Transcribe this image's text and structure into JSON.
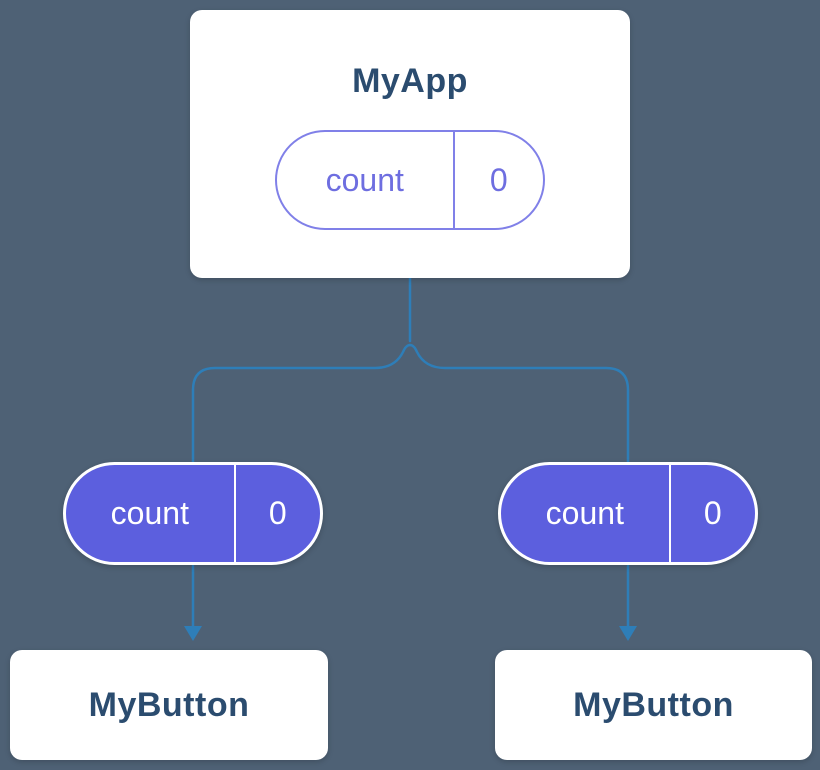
{
  "diagram": {
    "root": {
      "title": "MyApp",
      "state": {
        "name": "count",
        "value": "0"
      }
    },
    "children": [
      {
        "title": "MyButton",
        "state": {
          "name": "count",
          "value": "0"
        }
      },
      {
        "title": "MyButton",
        "state": {
          "name": "count",
          "value": "0"
        }
      }
    ],
    "colors": {
      "background": "#4E6175",
      "card_bg": "#FFFFFF",
      "card_text": "#2B4C6F",
      "pill_outline": "#8080E8",
      "pill_text": "#6E6EE0",
      "pill_fill": "#5C5FDE",
      "pill_text_light": "#FFFFFF",
      "connector": "#2E7EB8"
    }
  }
}
